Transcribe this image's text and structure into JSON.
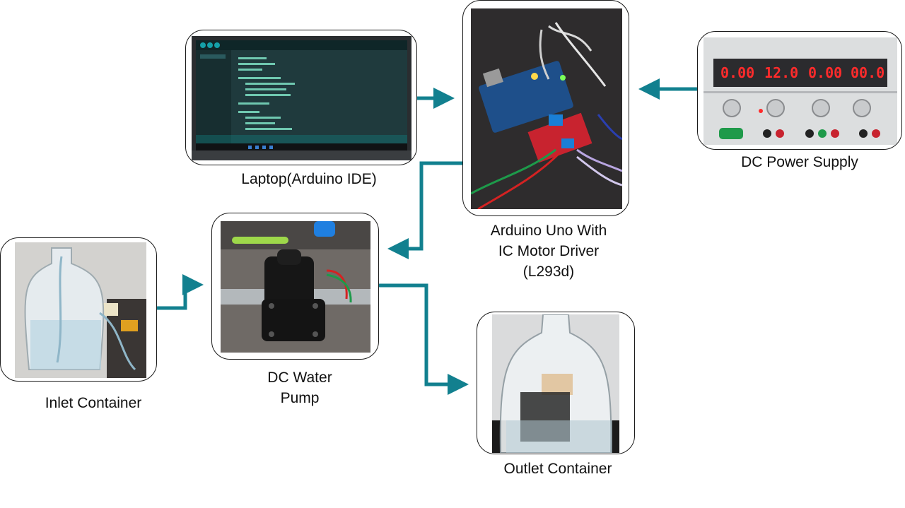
{
  "colors": {
    "arrow": "#12808f",
    "node_border": "#1a1a1a",
    "background": "#ffffff",
    "display_red": "#ff2b2b",
    "pcb_blue": "#1e4f8a",
    "driver_red": "#c8232f"
  },
  "nodes": {
    "laptop": {
      "label": "Laptop(Arduino IDE)",
      "icon": "laptop-photo"
    },
    "arduino": {
      "label_lines": [
        "Arduino Uno With",
        "IC Motor Driver",
        "(L293d)"
      ],
      "icon": "arduino-board-photo"
    },
    "power_supply": {
      "label": "DC Power Supply",
      "icon": "power-supply-photo",
      "readouts": [
        "0.00",
        "12.0",
        "0.00",
        "00.0"
      ]
    },
    "pump": {
      "label_lines": [
        "DC Water",
        "Pump"
      ],
      "icon": "water-pump-photo"
    },
    "inlet": {
      "label": "Inlet Container",
      "icon": "water-bottle-photo"
    },
    "outlet": {
      "label": "Outlet Container",
      "icon": "water-bottle-photo"
    }
  },
  "edges": [
    {
      "from": "laptop",
      "to": "arduino"
    },
    {
      "from": "power_supply",
      "to": "arduino"
    },
    {
      "from": "arduino",
      "to": "pump"
    },
    {
      "from": "inlet",
      "to": "pump"
    },
    {
      "from": "pump",
      "to": "outlet"
    }
  ]
}
